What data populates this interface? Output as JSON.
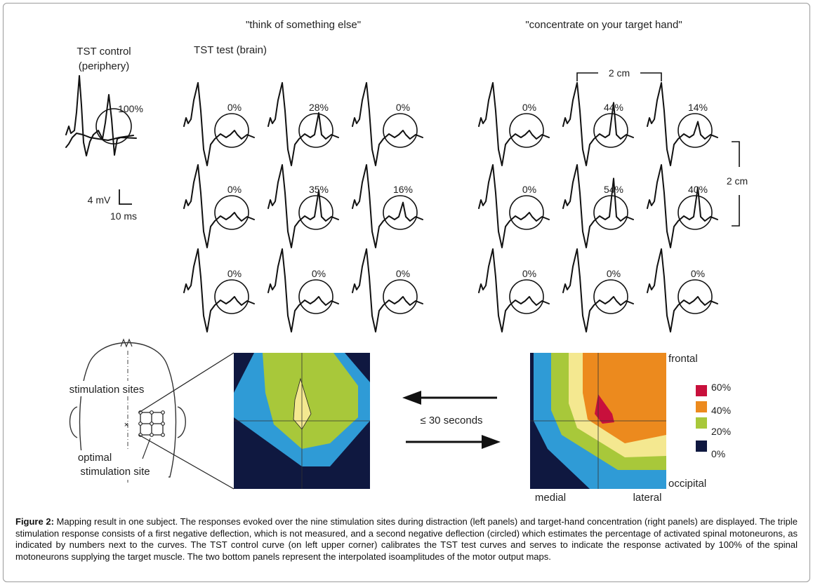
{
  "figure": {
    "left_condition_title": "\"think of something else\"",
    "right_condition_title": "\"concentrate on your target hand\"",
    "control_label_line1": "TST control",
    "control_label_line2": "(periphery)",
    "test_label": "TST test (brain)",
    "control_percent": "100%",
    "scale_voltage": "4 mV",
    "scale_time": "10 ms",
    "spacing_horizontal": "2 cm",
    "spacing_vertical": "2 cm",
    "left_grid_values": [
      "0%",
      "28%",
      "0%",
      "0%",
      "35%",
      "16%",
      "0%",
      "0%",
      "0%"
    ],
    "right_grid_values": [
      "0%",
      "44%",
      "14%",
      "0%",
      "54%",
      "40%",
      "0%",
      "0%",
      "0%"
    ],
    "head_label_sites": "stimulation sites",
    "head_label_optimal_line1": "optimal",
    "head_label_optimal_line2": "stimulation site",
    "arrow_label": "≤ 30 seconds",
    "map_label_frontal": "frontal",
    "map_label_occipital": "occipital",
    "map_label_medial": "medial",
    "map_label_lateral": "lateral",
    "legend": [
      {
        "label": "60%",
        "color": "#c8103c"
      },
      {
        "label": "40%",
        "color": "#ec8a1e"
      },
      {
        "label": "20%",
        "color": "#a8c83a"
      },
      {
        "label": "0%",
        "color": "#0f1840"
      }
    ],
    "colors": {
      "dark": "#0f1840",
      "blue": "#2f9bd6",
      "green": "#a8c83a",
      "yellow": "#f4e890",
      "orange": "#ec8a1e",
      "red": "#c8103c"
    }
  },
  "caption": {
    "label": "Figure 2:",
    "text": "Mapping result in one subject. The responses evoked over the nine stimulation sites during distraction (left panels) and target-hand concentration (right panels) are displayed. The triple stimulation response consists of a first negative deflection, which is not measured, and a second negative deflection (circled) which estimates the percentage of activated spinal motoneurons, as indicated by numbers next to the curves. The TST control curve (on left upper corner) calibrates the TST test curves and serves to indicate the response activated by 100% of the spinal motoneurons supplying the target muscle. The two bottom panels represent the interpolated isoamplitudes of the motor output maps."
  }
}
